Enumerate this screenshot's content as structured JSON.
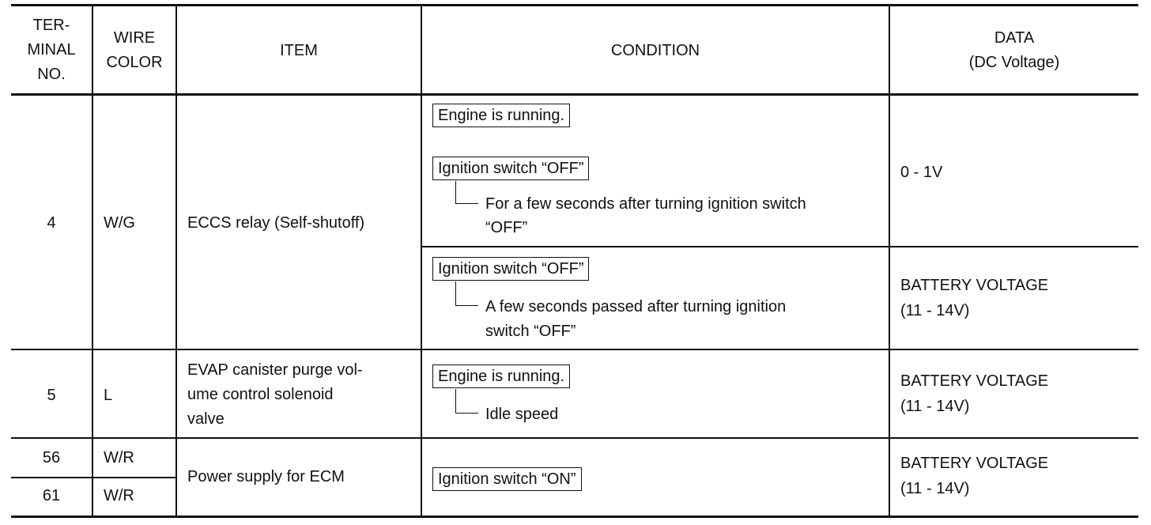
{
  "headers": {
    "terminal": "TER-\nMINAL\nNO.",
    "wire": "WIRE\nCOLOR",
    "item": "ITEM",
    "condition": "CONDITION",
    "data": "DATA\n(DC Voltage)"
  },
  "rows": {
    "r4": {
      "terminal": "4",
      "wire": "W/G",
      "item": "ECCS relay (Self-shutoff)",
      "cond_a_box1": "Engine is running.",
      "cond_a_box2": "Ignition switch “OFF”",
      "cond_a_sub1": "For a few seconds after turning ignition switch",
      "cond_a_sub2": "“OFF”",
      "data_a": "0 - 1V",
      "cond_b_box": "Ignition switch “OFF”",
      "cond_b_sub1": "A few seconds passed after turning ignition",
      "cond_b_sub2": "switch “OFF”",
      "data_b1": "BATTERY VOLTAGE",
      "data_b2": "(11 - 14V)"
    },
    "r5": {
      "terminal": "5",
      "wire": "L",
      "item1": "EVAP canister purge vol-",
      "item2": "ume control solenoid",
      "item3": "valve",
      "cond_box": "Engine is running.",
      "cond_sub": "Idle speed",
      "data1": "BATTERY VOLTAGE",
      "data2": "(11 - 14V)"
    },
    "r56": {
      "terminal_a": "56",
      "wire_a": "W/R",
      "terminal_b": "61",
      "wire_b": "W/R",
      "item": "Power supply for ECM",
      "cond_box": "Ignition switch “ON”",
      "data1": "BATTERY VOLTAGE",
      "data2": "(11 - 14V)"
    }
  }
}
